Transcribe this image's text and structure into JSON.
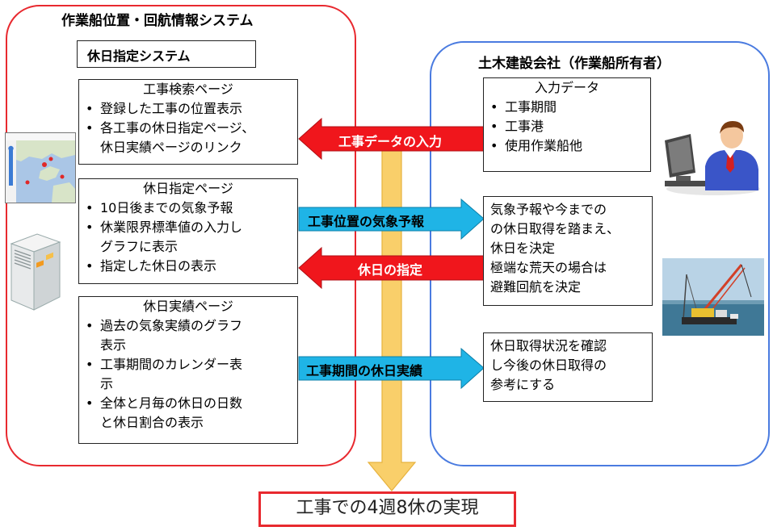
{
  "left_panel": {
    "title": "作業船位置・回航情報システム",
    "subtitle": "休日指定システム",
    "boxes": [
      {
        "title": "工事検索ページ",
        "items": [
          "登録した工事の位置表示",
          [
            "各工事の休日指定ページ、",
            "休日実績ページのリンク"
          ]
        ]
      },
      {
        "title": "休日指定ページ",
        "items": [
          "10日後までの気象予報",
          [
            "休業限界標準値の入力し",
            "グラフに表示"
          ],
          "指定した休日の表示"
        ]
      },
      {
        "title": "休日実績ページ",
        "items": [
          [
            "過去の気象実績のグラフ",
            "表示"
          ],
          [
            "工事期間のカレンダー表",
            "示"
          ],
          [
            "全体と月毎の休日の日数",
            "と休日割合の表示"
          ]
        ]
      }
    ]
  },
  "right_panel": {
    "title": "土木建設会社（作業船所有者）",
    "input_box": {
      "title": "入力データ",
      "items": [
        "工事期間",
        "工事港",
        "使用作業船他"
      ]
    },
    "decision_box": [
      "気象予報や今までの",
      "の休日取得を踏まえ、",
      "休日を決定",
      "極端な荒天の場合は",
      "避難回航を決定"
    ],
    "status_box": [
      "休日取得状況を確認",
      "し今後の休日取得の",
      "参考にする"
    ]
  },
  "arrows": {
    "input": "工事データの入力",
    "forecast": "工事位置の気象予報",
    "holiday_designation": "休日の指定",
    "holiday_record": "工事期間の休日実績"
  },
  "result": "工事での4週8休の実現",
  "colors": {
    "left_border": "#e8292f",
    "right_border": "#4a7be0",
    "red_arrow": "#f0161c",
    "blue_arrow": "#1fb4e6",
    "yellow_arrow": "#f9cf6a"
  },
  "icons": [
    "map-screenshot",
    "server-icon",
    "user-at-computer-icon",
    "work-vessel-photo"
  ]
}
